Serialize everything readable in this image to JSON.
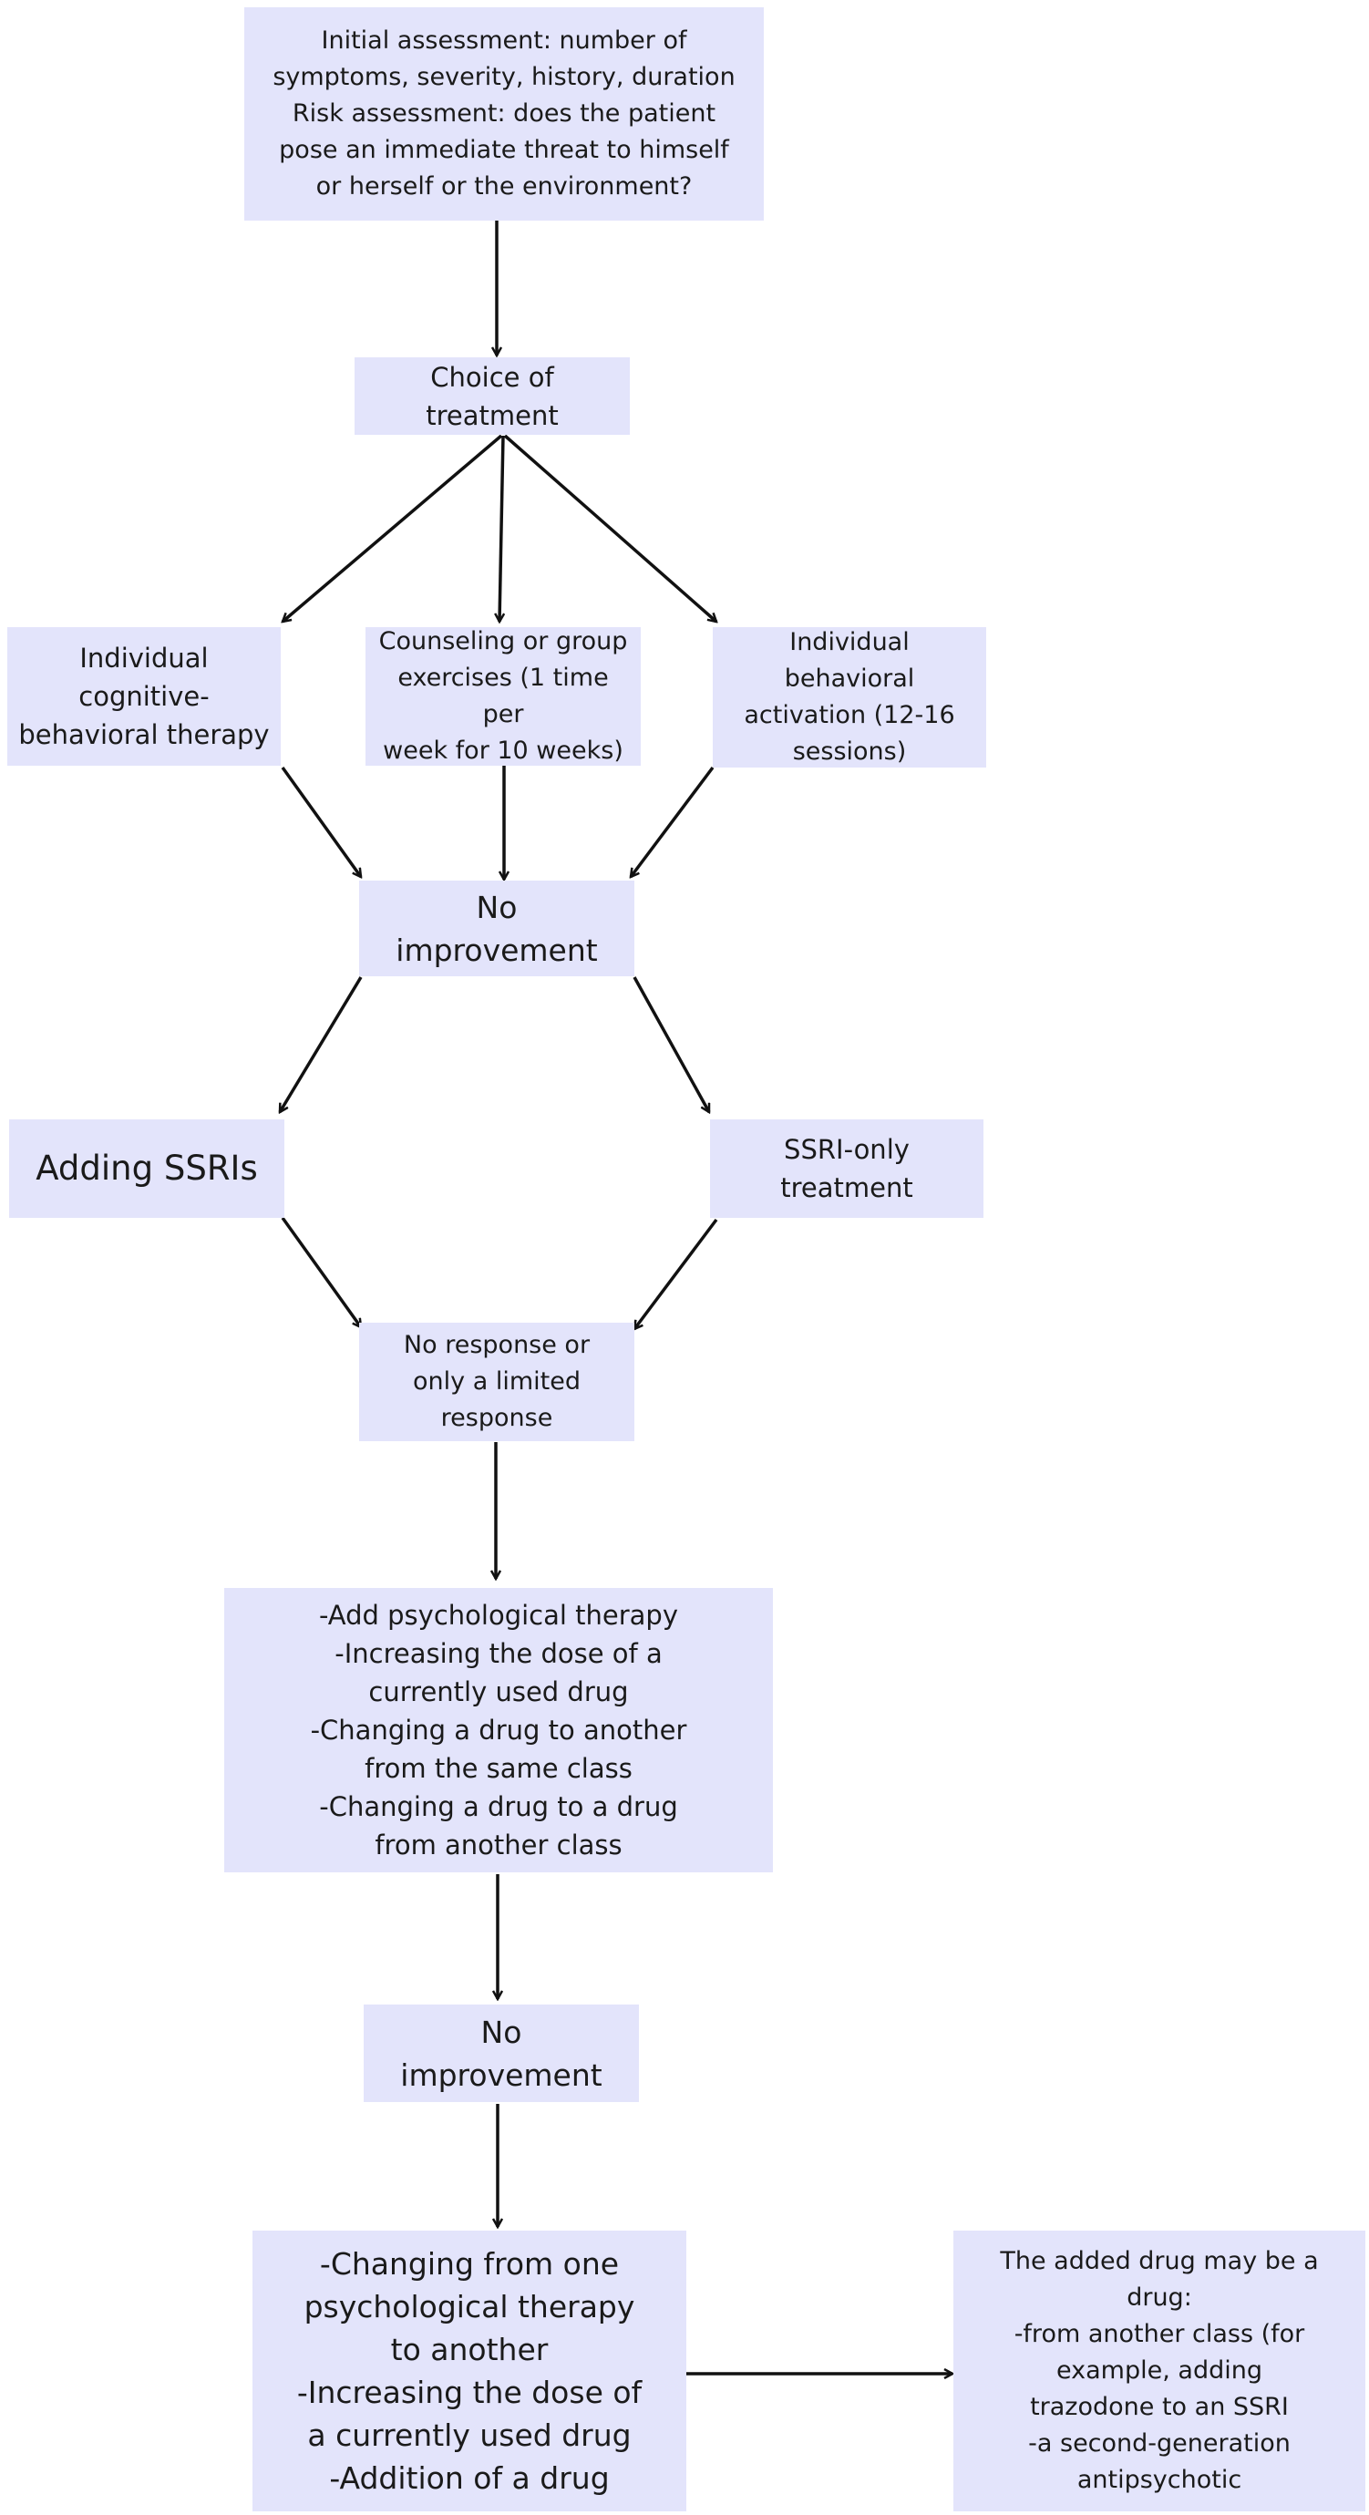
{
  "nodes": {
    "initial_assessment": "Initial assessment: number of\nsymptoms, severity, history, duration\nRisk assessment: does the patient\npose an immediate threat to himself\nor herself or the environment?",
    "choice_of_treatment": "Choice of\ntreatment",
    "cbt": "Individual\ncognitive-\nbehavioral therapy",
    "counseling": "Counseling or group\nexercises (1 time per\nweek for 10 weeks)",
    "behavioral_activation": "Individual\nbehavioral\nactivation (12-16\nsessions)",
    "no_improvement_1": "No\nimprovement",
    "adding_ssris": "Adding SSRIs",
    "ssri_only": "SSRI-only\ntreatment",
    "no_response": "No response or\nonly a limited\nresponse",
    "options_1": "-Add psychological therapy\n-Increasing the dose of a\ncurrently used drug\n-Changing a drug to another\nfrom the same class\n-Changing a drug to a drug\nfrom another class",
    "no_improvement_2": "No\nimprovement",
    "options_2": "-Changing from one\npsychological therapy\nto another\n-Increasing the dose of\na currently used drug\n-Addition of a drug",
    "added_drug": "The added drug may be a\ndrug:\n-from another class (for\nexample, adding\ntrazodone to an SSRI\n-a second-generation\nantipsychotic"
  },
  "colors": {
    "node_fill": "#e3e4fb",
    "arrow": "#111111",
    "text": "#1a1a1a"
  }
}
